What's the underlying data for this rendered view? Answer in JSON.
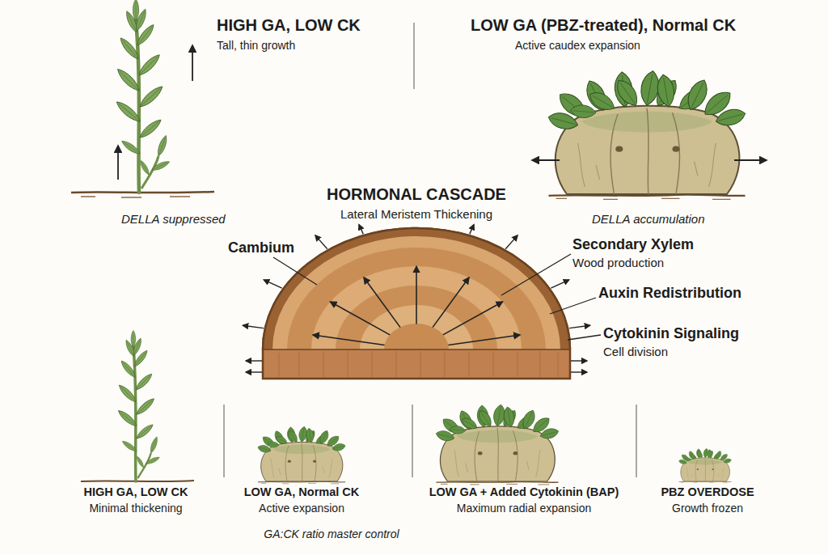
{
  "diagram": {
    "caption": "GA:CK ratio master control",
    "labels": [
      "HIGH GA, LOW CK",
      "Tall, thin growth",
      "DELLA suppressed",
      "LOW GA (PBZ-treated), Normal CK",
      "Active caudex expansion",
      "DELLA accumulation",
      "HORMONAL CASCADE",
      "Lateral Meristem Thickening",
      "Cambium",
      "Secondary Xylem",
      "Wood production",
      "Auxin Redistribution",
      "Cytokinin Signaling",
      "Cell division",
      "HIGH GA, LOW CK",
      "Minimal thickening",
      "LOW GA, Normal CK",
      "Active expansion",
      "LOW GA + Added Cytokinin (BAP)",
      "Maximum radial expansion",
      "PBZ OVERDOSE",
      "Growth frozen"
    ]
  }
}
